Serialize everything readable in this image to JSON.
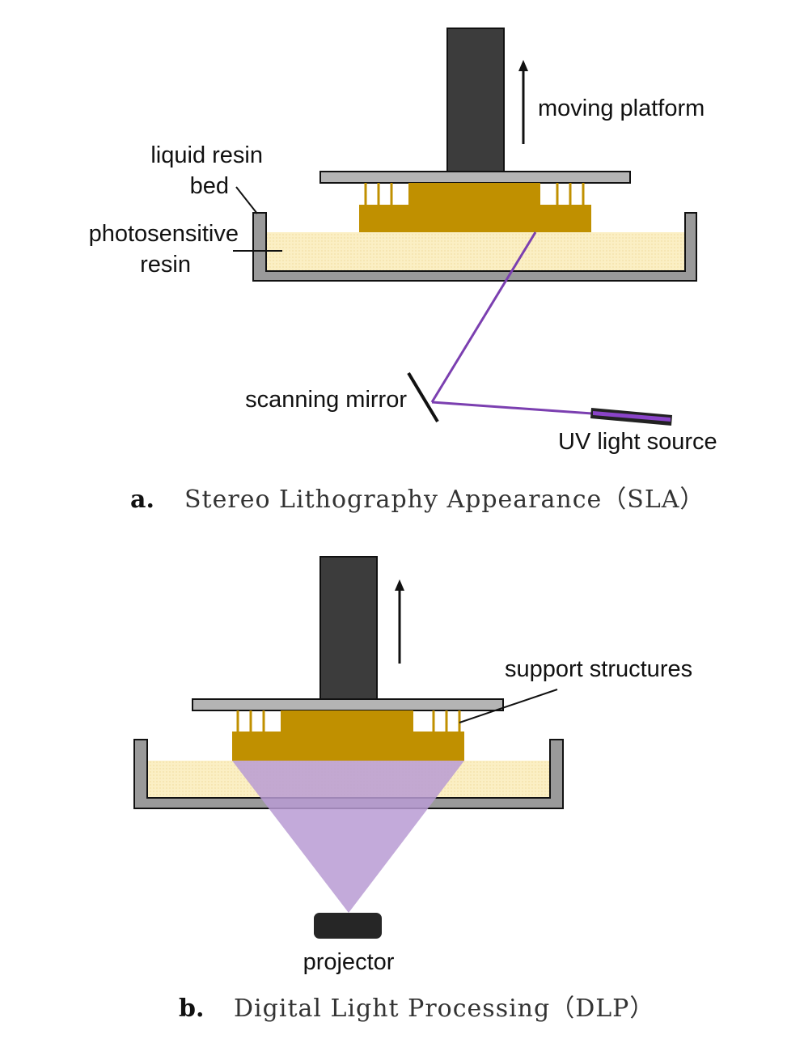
{
  "panel_a": {
    "labels": {
      "moving_platform": "moving platform",
      "liquid_resin_line1": "liquid resin",
      "liquid_resin_line2": "bed",
      "photosensitive_line1": "photosensitive",
      "photosensitive_line2": "resin",
      "scanning_mirror": "scanning mirror",
      "uv_light_source": "UV light source"
    },
    "caption_letter": "a.",
    "caption_text": "Stereo Lithography Appearance（SLA）"
  },
  "panel_b": {
    "labels": {
      "support_structures": "support structures",
      "projector": "projector"
    },
    "caption_letter": "b.",
    "caption_text": "Digital Light Processing（DLP）"
  },
  "colors": {
    "resin": "#fbefc4",
    "part": "#c09000",
    "tank": "#9a9a9a",
    "platform": "#3c3c3c",
    "uv": "#7b3fb0",
    "projection": "#b99bd3",
    "projector": "#262626"
  }
}
